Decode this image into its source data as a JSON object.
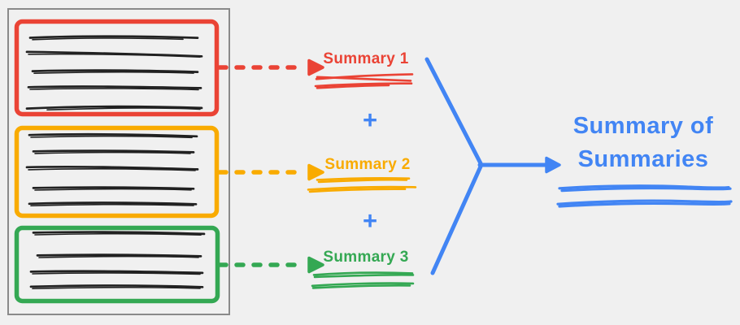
{
  "colors": {
    "red": "#EA4335",
    "orange": "#F9AB00",
    "green": "#34A853",
    "blue": "#4285F4",
    "ink": "#212121",
    "frame": "#8A8A8A",
    "background": "#F0F0F0"
  },
  "document": {
    "chunks": [
      {
        "id": "chunk-1",
        "color": "#EA4335",
        "scribble_lines": 5
      },
      {
        "id": "chunk-2",
        "color": "#F9AB00",
        "scribble_lines": 5
      },
      {
        "id": "chunk-3",
        "color": "#34A853",
        "scribble_lines": 4
      }
    ]
  },
  "summaries": [
    {
      "label": "Summary 1",
      "color": "#EA4335"
    },
    {
      "label": "Summary 2",
      "color": "#F9AB00"
    },
    {
      "label": "Summary 3",
      "color": "#34A853"
    }
  ],
  "operators": [
    "+",
    "+"
  ],
  "result": {
    "label": "Summary of Summaries",
    "color": "#4285F4"
  }
}
